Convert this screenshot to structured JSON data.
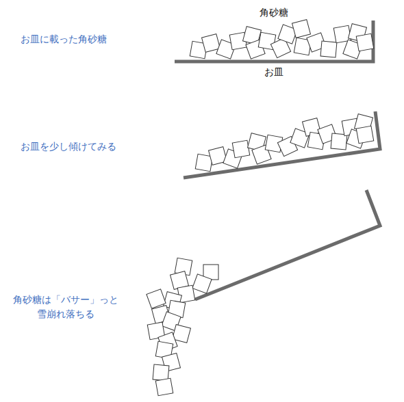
{
  "diagram": {
    "labels": [
      "角砂糖",
      "お皿",
      "お皿に載った角砂糖",
      "お皿を少し傾けてみる",
      "角砂糖は「バサー」っと 雪崩れ落ちる"
    ]
  }
}
